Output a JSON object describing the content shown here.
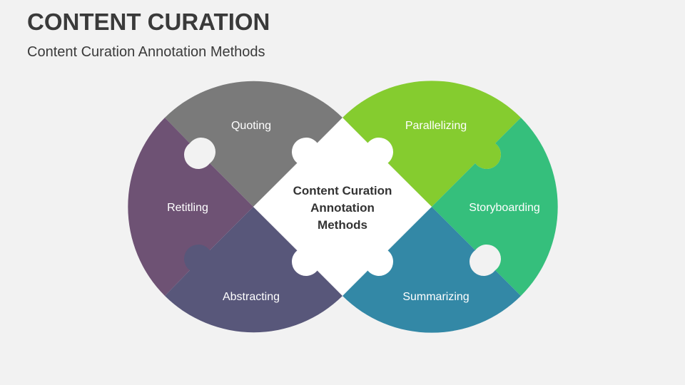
{
  "title": "CONTENT CURATION",
  "subtitle": "Content Curation Annotation Methods",
  "center": {
    "lines": [
      "Content Curation",
      "Annotation",
      "Methods"
    ]
  },
  "pieces": [
    {
      "label": "Quoting",
      "color": "#7a7a7a"
    },
    {
      "label": "Retitling",
      "color": "#6e5274"
    },
    {
      "label": "Abstracting",
      "color": "#58577a"
    },
    {
      "label": "Parallelizing",
      "color": "#85cc2f"
    },
    {
      "label": "Storyboarding",
      "color": "#35bf7c"
    },
    {
      "label": "Summarizing",
      "color": "#3388a6"
    }
  ]
}
